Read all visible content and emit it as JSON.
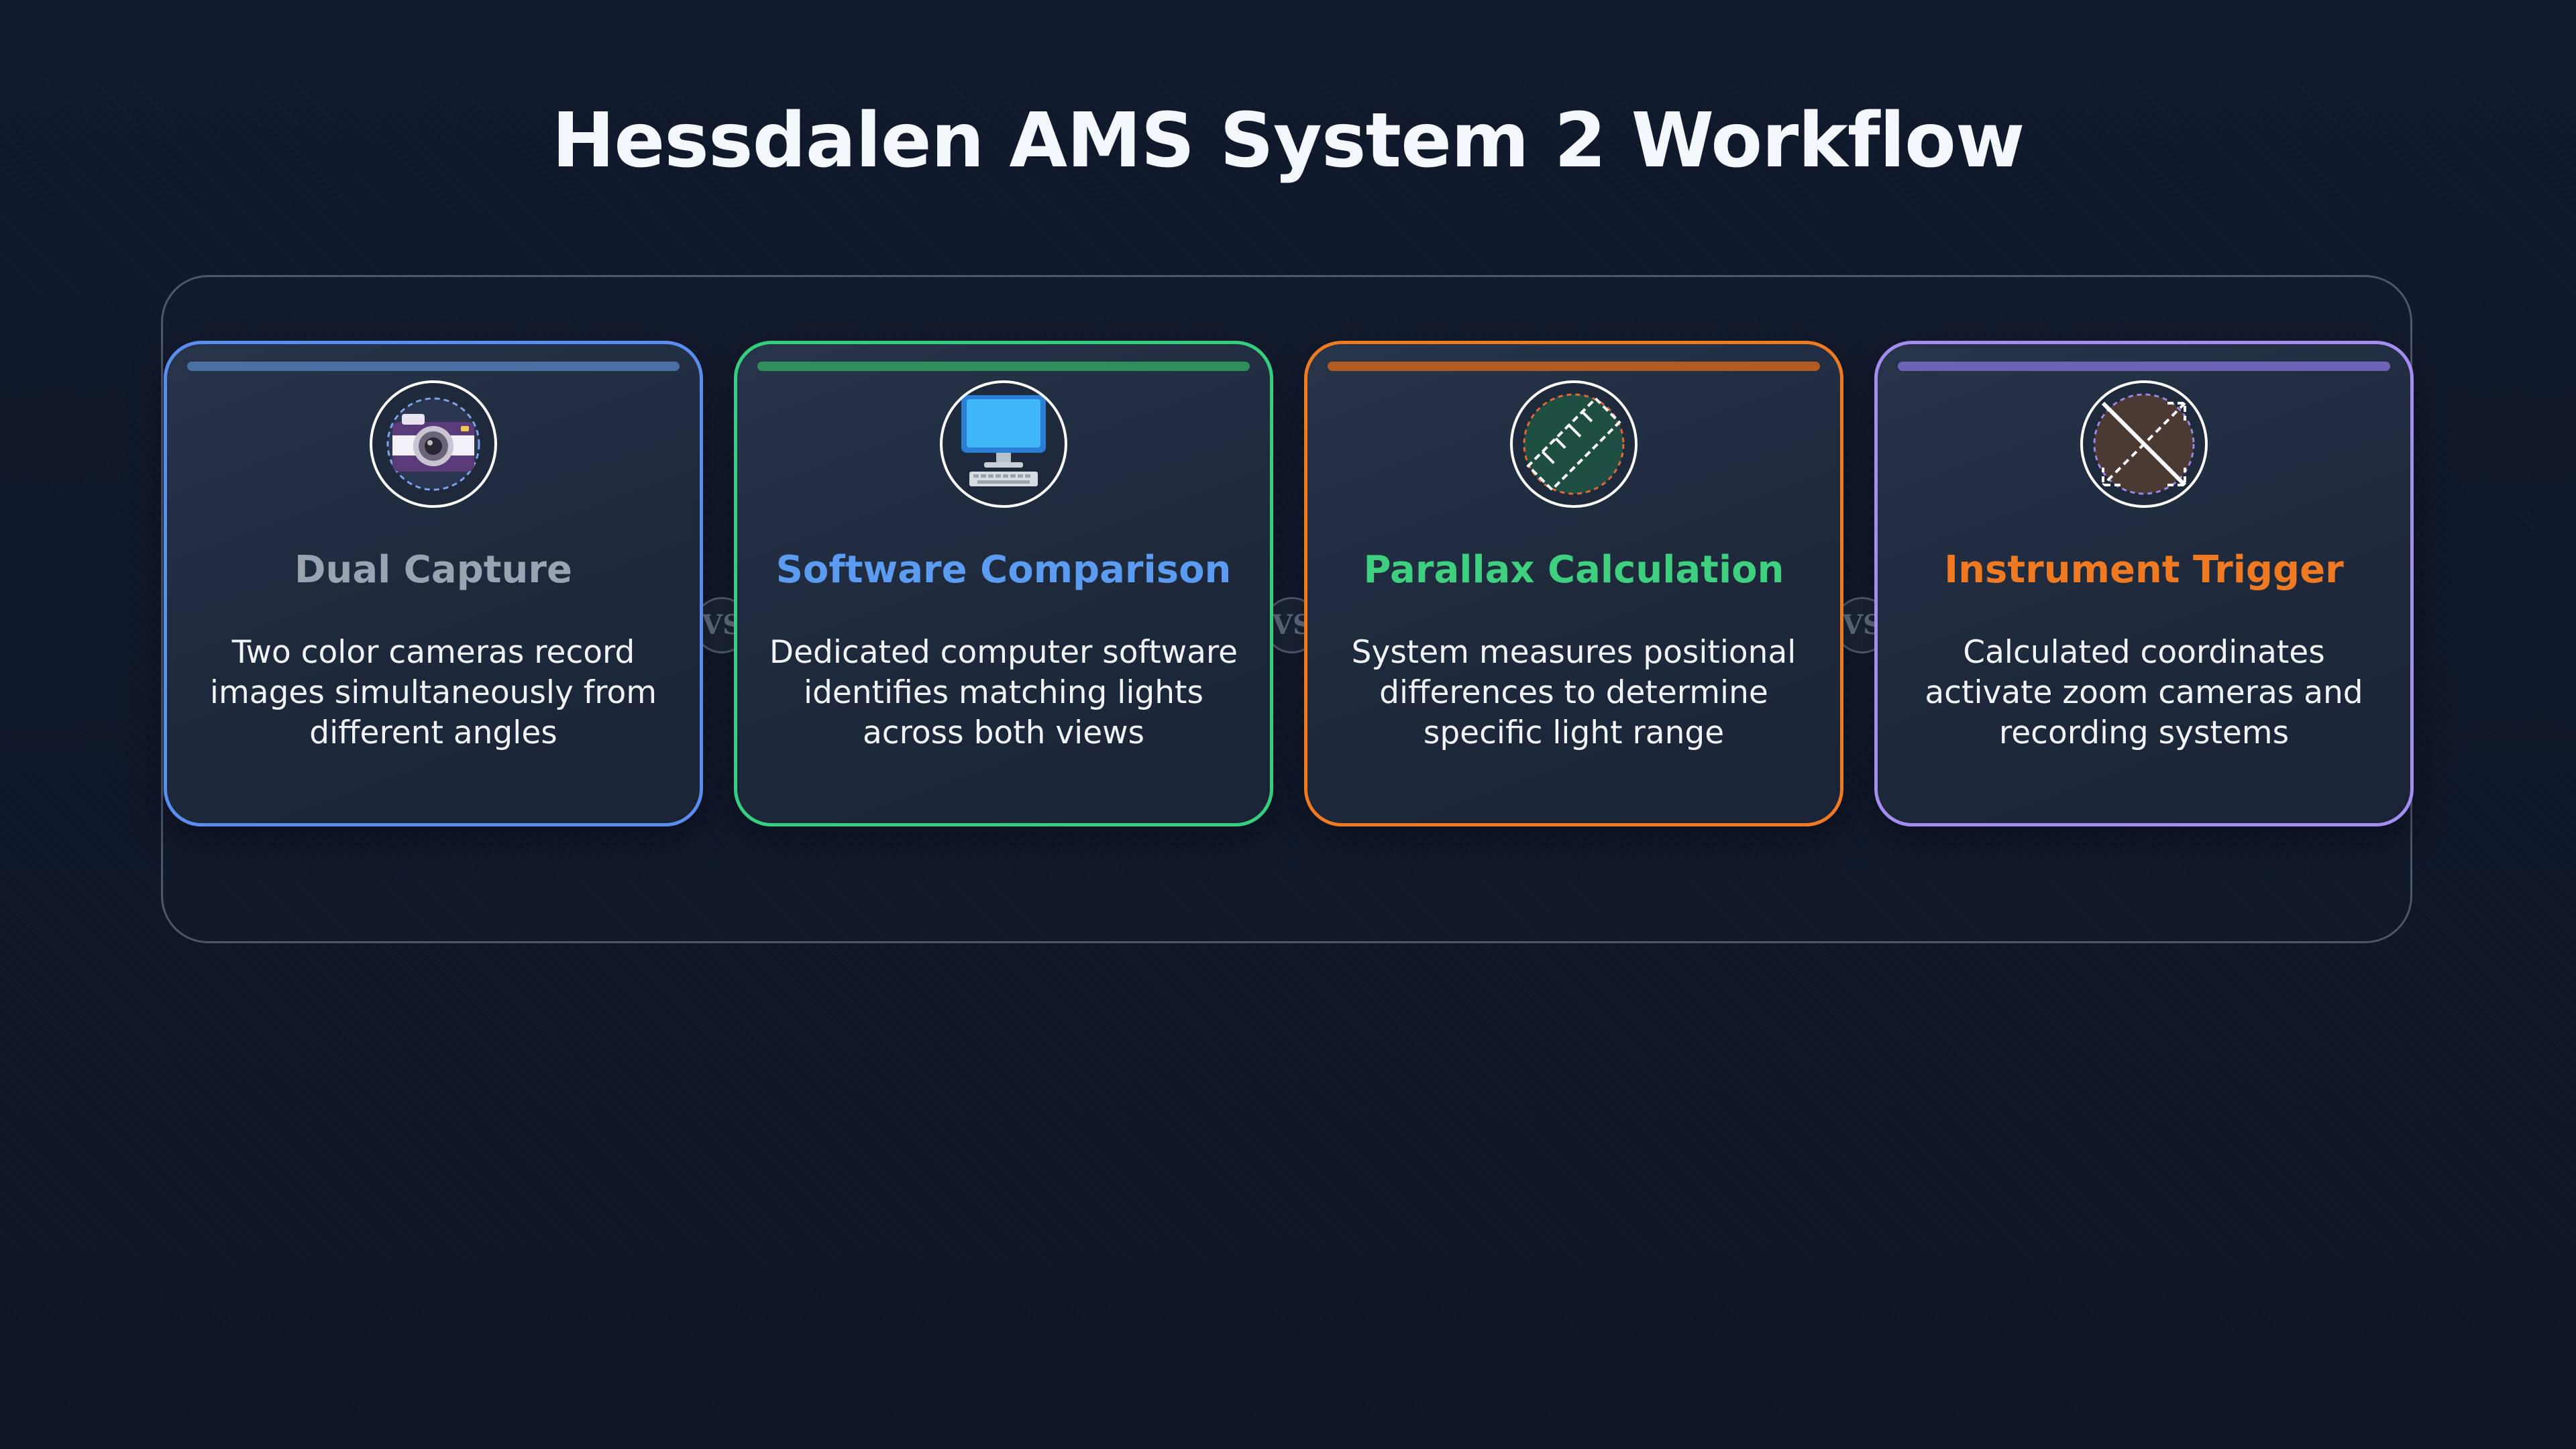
{
  "page": {
    "title": "Hessdalen AMS System 2 Workflow"
  },
  "separator_label": "VS",
  "cards": [
    {
      "title": "Dual Capture",
      "description": "Two color cameras record images simultaneously from different angles",
      "icon": "camera-icon",
      "border_color": "#5b8def",
      "bar_color": "#4a6fa5",
      "title_color": "#9aa3b2"
    },
    {
      "title": "Software Comparison",
      "description": "Dedicated computer software identifies matching lights across both views",
      "icon": "computer-icon",
      "border_color": "#34d07f",
      "bar_color": "#2f8f5b",
      "title_color": "#5b9bf0"
    },
    {
      "title": "Parallax Calculation",
      "description": "System measures positional differences to determine specific light range",
      "icon": "ruler-icon",
      "border_color": "#f07a22",
      "bar_color": "#b25a22",
      "title_color": "#3fd07f"
    },
    {
      "title": "Instrument Trigger",
      "description": "Calculated coordinates activate zoom cameras and recording systems",
      "icon": "trigger-icon",
      "border_color": "#a48cf0",
      "bar_color": "#6f63b8",
      "title_color": "#f07a22"
    }
  ]
}
